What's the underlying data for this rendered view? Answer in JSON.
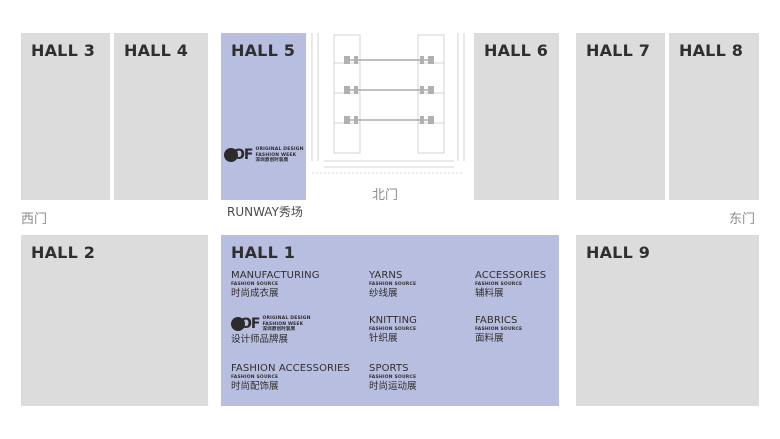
{
  "halls": {
    "hall3": "HALL 3",
    "hall4": "HALL 4",
    "hall5": "HALL 5",
    "hall6": "HALL 6",
    "hall7": "HALL 7",
    "hall8": "HALL 8",
    "hall2": "HALL 2",
    "hall1": "HALL 1",
    "hall9": "HALL 9"
  },
  "gates": {
    "west": "西门",
    "east": "东门",
    "north": "北门"
  },
  "runway": {
    "label": "RUNWAY秀场"
  },
  "logo": {
    "mark": "OF",
    "line1": "ORIGINAL DESIGN",
    "line2": "FASHION WEEK",
    "line3": "深圳原创时装周"
  },
  "hall1_sections": {
    "manufacturing": {
      "en": "MANUFACTURING",
      "sub": "FASHION SOURCE",
      "zh": "时尚成衣展"
    },
    "yarns": {
      "en": "YARNS",
      "sub": "FASHION SOURCE",
      "zh": "纱线展"
    },
    "accessories": {
      "en": "ACCESSORIES",
      "sub": "FASHION SOURCE",
      "zh": "辅料展"
    },
    "designer": {
      "zh": "设计师品牌展"
    },
    "knitting": {
      "en": "KNITTING",
      "sub": "FASHION SOURCE",
      "zh": "针织展"
    },
    "fabrics": {
      "en": "FABRICS",
      "sub": "FASHION SOURCE",
      "zh": "面料展"
    },
    "fashion_accessories": {
      "en": "FASHION ACCESSORIES",
      "sub": "FASHION SOURCE",
      "zh": "时尚配饰展"
    },
    "sports": {
      "en": "SPORTS",
      "sub": "FASHION SOURCE",
      "zh": "时尚运动展"
    }
  },
  "colors": {
    "hall_gray": "#dcdcdc",
    "hall_purple": "#b8bedf"
  }
}
